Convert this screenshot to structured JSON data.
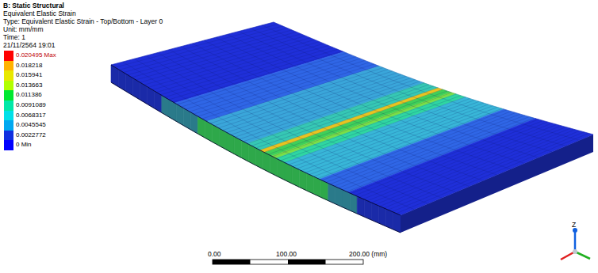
{
  "diagram": {
    "title": "B: Static Structural",
    "labels": [
      "Equivalent Elastic Strain",
      "Type: Equivalent Elastic Strain - Top/Bottom - Layer 0",
      "Unit: mm/mm",
      "Time: 1",
      "21/11/2564 19:01",
      "0.00",
      "100.00",
      "200.00 (mm)",
      "Z"
    ],
    "legend": [
      {
        "text": "0.020495 Max",
        "color": "#ff0000"
      },
      {
        "text": "0.018218",
        "color": "#ffb200"
      },
      {
        "text": "0.015941",
        "color": "#e8e800"
      },
      {
        "text": "0.013663",
        "color": "#b2ff00"
      },
      {
        "text": "0.011386",
        "color": "#00e830"
      },
      {
        "text": "0.0091089",
        "color": "#00e8a8"
      },
      {
        "text": "0.0068317",
        "color": "#00e0e8"
      },
      {
        "text": "0.0045545",
        "color": "#00a8f0"
      },
      {
        "text": "0.0022772",
        "color": "#1030e0"
      },
      {
        "text": "0 Min",
        "color": "#0000ff"
      }
    ]
  }
}
